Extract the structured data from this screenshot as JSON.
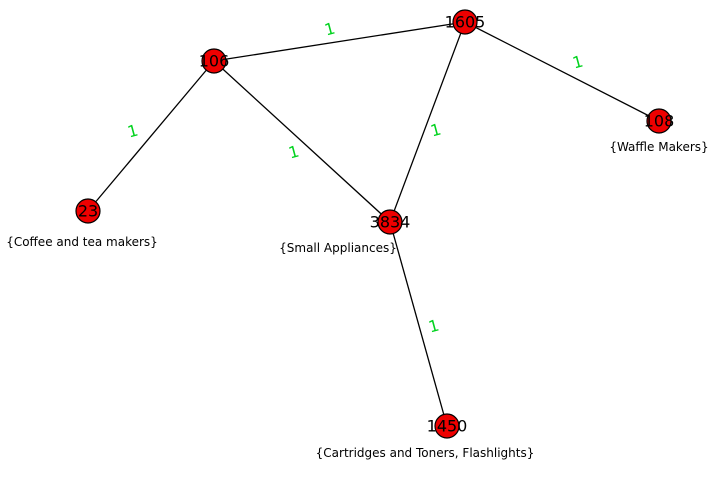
{
  "colors": {
    "node_fill": "#ee0000",
    "node_stroke": "#000000",
    "edge": "#000000",
    "weight": "#00d21e"
  },
  "nodes": [
    {
      "id": "1605",
      "label": "1605",
      "category": ""
    },
    {
      "id": "106",
      "label": "106",
      "category": ""
    },
    {
      "id": "108",
      "label": "108",
      "category": "{Waffle Makers}"
    },
    {
      "id": "23",
      "label": "23",
      "category": "{Coffee and tea makers}"
    },
    {
      "id": "3834",
      "label": "3834",
      "category": "{Small Appliances}"
    },
    {
      "id": "1450",
      "label": "1450",
      "category": "{Cartridges and Toners, Flashlights}"
    }
  ],
  "edges": [
    {
      "source": "106",
      "target": "1605",
      "weight": "1"
    },
    {
      "source": "1605",
      "target": "108",
      "weight": "1"
    },
    {
      "source": "106",
      "target": "23",
      "weight": "1"
    },
    {
      "source": "106",
      "target": "3834",
      "weight": "1"
    },
    {
      "source": "1605",
      "target": "3834",
      "weight": "1"
    },
    {
      "source": "3834",
      "target": "1450",
      "weight": "1"
    }
  ]
}
